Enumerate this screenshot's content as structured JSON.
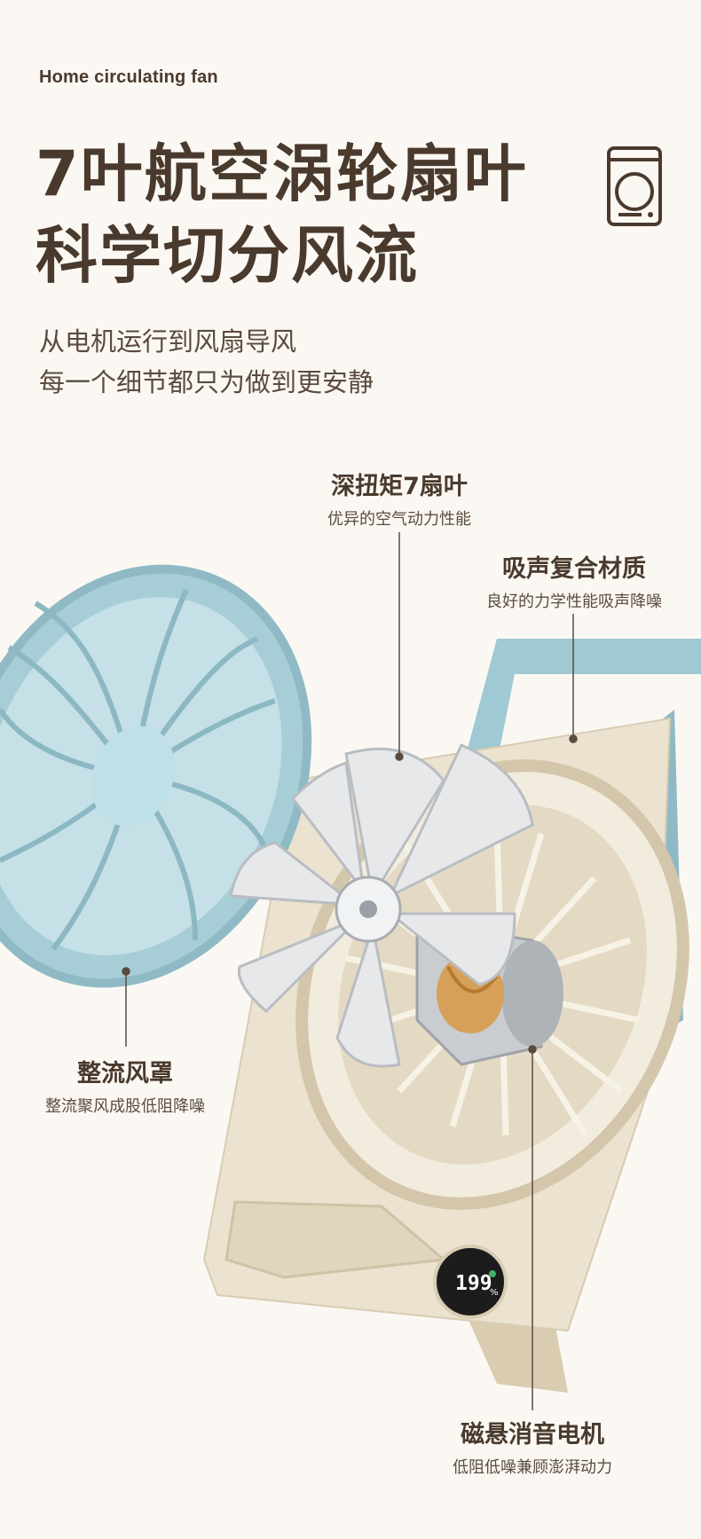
{
  "header": {
    "eyebrow": "Home circulating fan",
    "headline_line1": "7叶航空涡轮扇叶",
    "headline_line2": "科学切分风流",
    "subtitle_line1": "从电机运行到风扇导风",
    "subtitle_line2": "每一个细节都只为做到更安静"
  },
  "callouts": [
    {
      "title": "深扭矩7扇叶",
      "desc": "优异的空气动力性能"
    },
    {
      "title": "吸声复合材质",
      "desc": "良好的力学性能吸声降噪"
    },
    {
      "title": "整流风罩",
      "desc": "整流聚风成股低阻降噪"
    },
    {
      "title": "磁悬消音电机",
      "desc": "低阻低噪兼顾澎湃动力"
    }
  ],
  "display": {
    "value": "199",
    "unit": "%"
  },
  "icons": {
    "header_icon": "washing-machine-icon",
    "display_icon": "fan-icon"
  },
  "colors": {
    "text": "#4a3a2e",
    "background": "#fbf8f3",
    "blue_cover": "#9cc7d1",
    "body_cream": "#e9dfcb"
  }
}
